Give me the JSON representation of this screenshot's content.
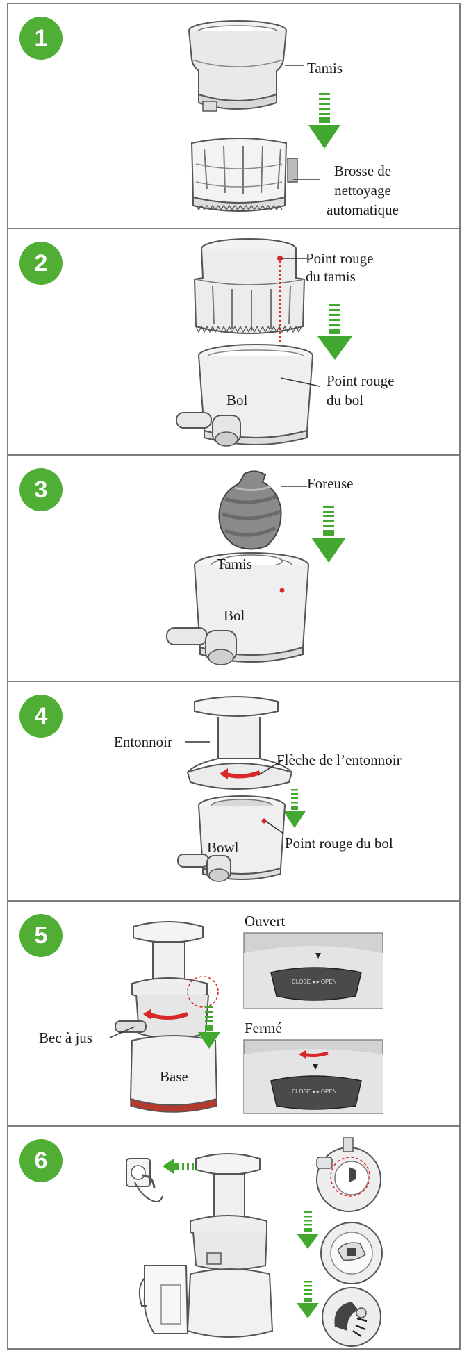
{
  "steps": [
    {
      "number": "1",
      "labels": {
        "sieve": "Tamis",
        "brush_l1": "Brosse de",
        "brush_l2": "nettoyage",
        "brush_l3": "automatique"
      }
    },
    {
      "number": "2",
      "labels": {
        "sieve_dot_l1": "Point rouge",
        "sieve_dot_l2": "du tamis",
        "bowl": "Bol",
        "bowl_dot_l1": "Point rouge",
        "bowl_dot_l2": "du bol"
      }
    },
    {
      "number": "3",
      "labels": {
        "auger": "Foreuse",
        "sieve": "Tamis",
        "bowl": "Bol"
      }
    },
    {
      "number": "4",
      "labels": {
        "funnel": "Entonnoir",
        "funnel_arrow": "Flèche de l’entonnoir",
        "bowl": "Bowl",
        "bowl_dot": "Point rouge du bol"
      }
    },
    {
      "number": "5",
      "labels": {
        "spout": "Bec à jus",
        "base": "Base",
        "open": "Ouvert",
        "closed": "Fermé"
      }
    },
    {
      "number": "6",
      "labels": {}
    }
  ],
  "colors": {
    "badge": "#4fae33",
    "arrow": "#43a82f",
    "red_mark": "#d8282a",
    "panel_border": "#7d7d7d"
  }
}
